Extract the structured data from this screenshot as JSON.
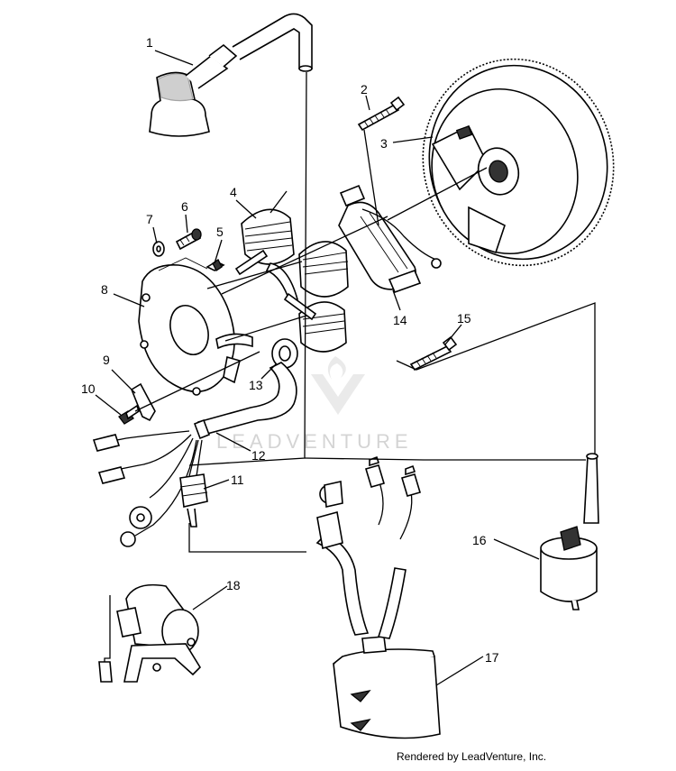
{
  "diagram": {
    "callouts": [
      "1",
      "2",
      "3",
      "4",
      "5",
      "6",
      "7",
      "8",
      "9",
      "10",
      "11",
      "12",
      "13",
      "14",
      "15",
      "16",
      "17",
      "18"
    ],
    "watermark": "LEADVENTURE",
    "credit": "Rendered by LeadVenture, Inc."
  }
}
